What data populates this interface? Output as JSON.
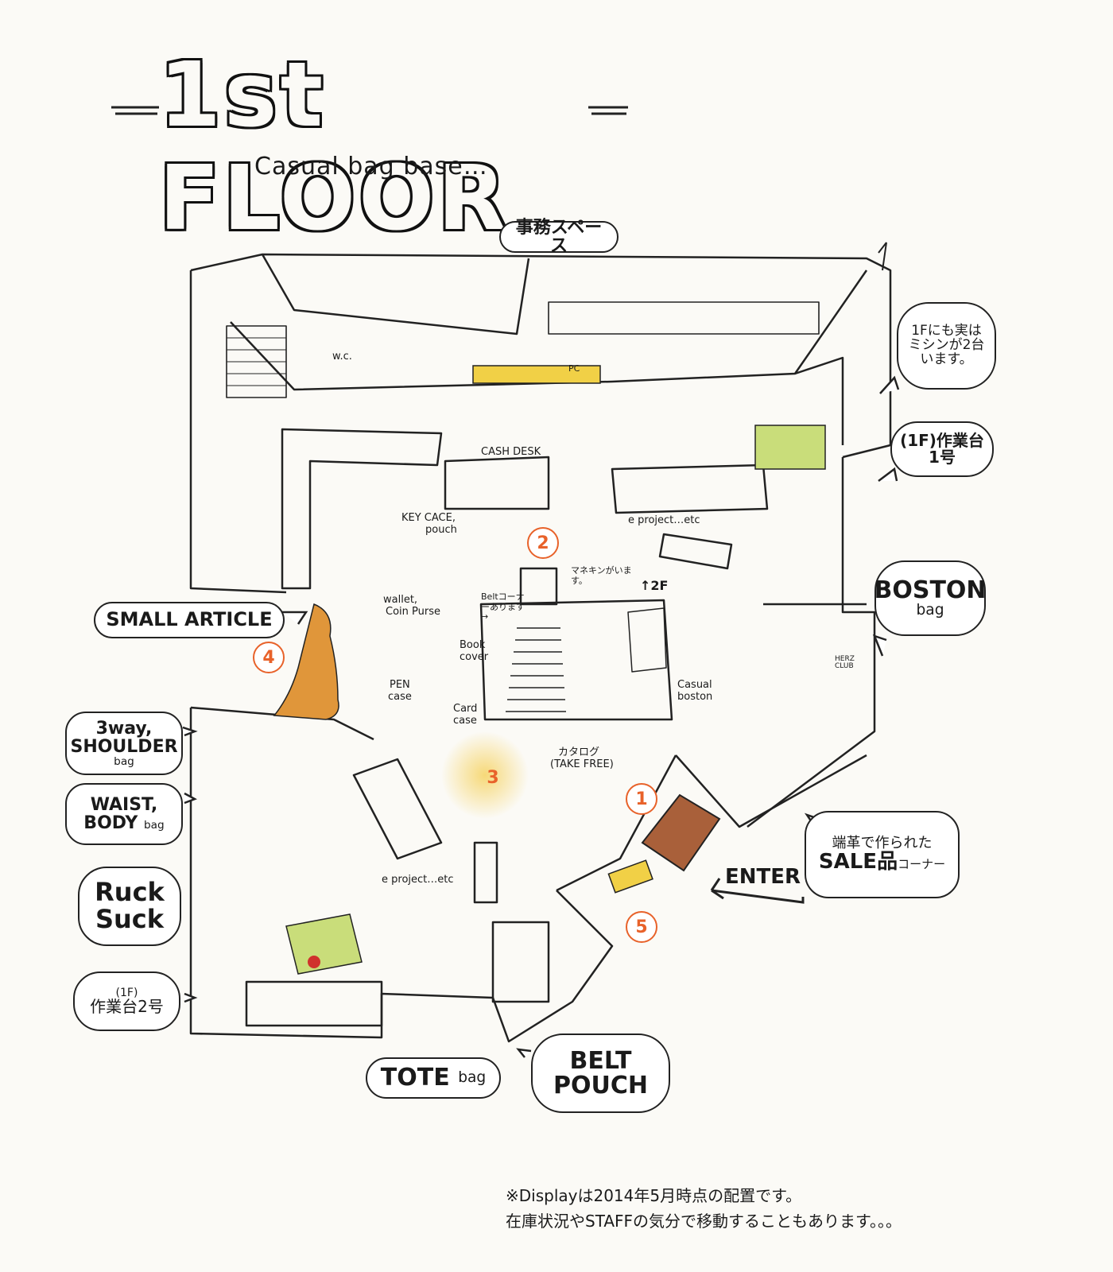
{
  "title": {
    "main": "1st FLOOR",
    "sub": "Casual bag base…"
  },
  "bubbles": {
    "office": "事務スペース",
    "sewing": "1Fにも実はミシンが2台います。",
    "workbench1": "(1F)作業台1号",
    "boston": "BOSTON",
    "boston_sub": "bag",
    "small_article": "SMALL ARTICLE",
    "three_way": "3way,",
    "shoulder": "SHOULDER",
    "shoulder_sub": "bag",
    "waist": "WAIST,",
    "body": "BODY",
    "body_sub": "bag",
    "ruck": "Ruck",
    "suck": "Suck",
    "workbench2_top": "(1F)",
    "workbench2": "作業台2号",
    "tote": "TOTE",
    "tote_sub": "bag",
    "belt": "BELT",
    "pouch": "POUCH",
    "sale_top": "端革で作られた",
    "sale_main": "SALE品",
    "sale_sub": "コーナー"
  },
  "notes": {
    "wc": "w.c.",
    "pc": "PC",
    "cash_desk": "CASH DESK",
    "key_case": "KEY CACE,",
    "key_pouch": "pouch",
    "project1": "e project…etc",
    "wallet": "wallet,",
    "coin_purse": "Coin Purse",
    "pen": "PEN",
    "pen_case": "case",
    "belt_corner": "Beltコーナーあります→",
    "mannequin": "マネキンがいます。",
    "to_2f": "↑2F",
    "book_cover": "Book cover",
    "card_case": "Card case",
    "casual_boston": "Casual boston",
    "catalog": "カタログ",
    "take_free": "(TAKE FREE)",
    "project2": "e project…etc",
    "enter": "ENTER",
    "herz_club": "HERZ CLUB"
  },
  "numbers": [
    "1",
    "2",
    "3",
    "4",
    "5"
  ],
  "footnote": {
    "line1": "※Displayは2014年5月時点の配置です。",
    "line2": "在庫状況やSTAFFの気分で移動することもあります。。。"
  },
  "colors": {
    "accent_orange": "#e8622a",
    "leather": "#a9603a",
    "green_board": "#c9dd7a",
    "yellow_tag": "#f1d046",
    "dress": "#e0963a"
  }
}
